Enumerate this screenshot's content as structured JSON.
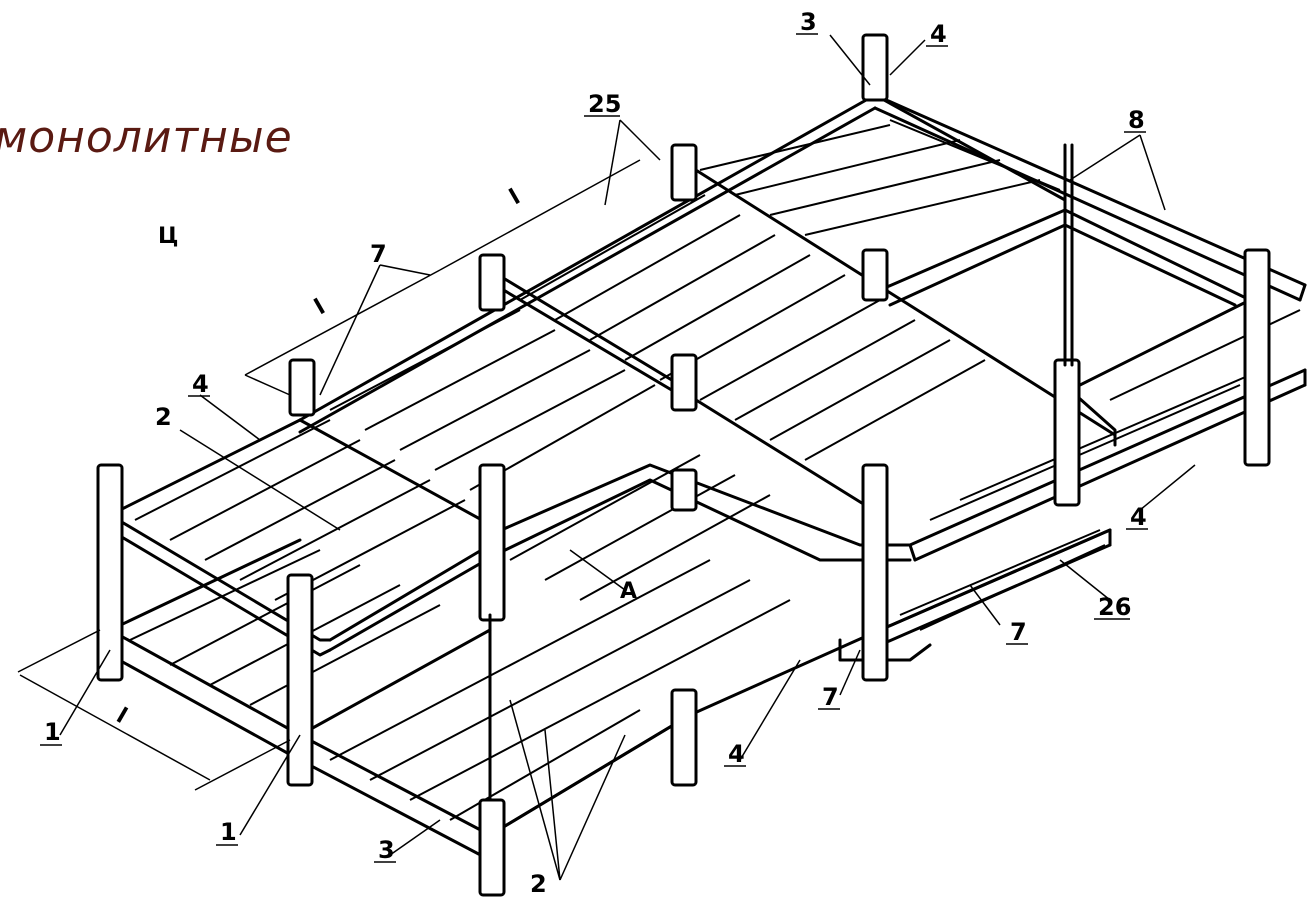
{
  "title": "монолитные",
  "fragment_label": "Ц",
  "callouts": {
    "c1a": "1",
    "c1b": "1",
    "c2a": "2",
    "c2b": "2",
    "c3a": "3",
    "c3b": "3",
    "c4a": "4",
    "c4b": "4",
    "c4c": "4",
    "c4d": "4",
    "c7a": "7",
    "c7b": "7",
    "c7c": "7",
    "c8": "8",
    "c25": "25",
    "c26": "26",
    "cA": "А"
  },
  "dimensions": {
    "dim_l1": "l",
    "dim_l2": "l",
    "dim_l3": "l"
  }
}
